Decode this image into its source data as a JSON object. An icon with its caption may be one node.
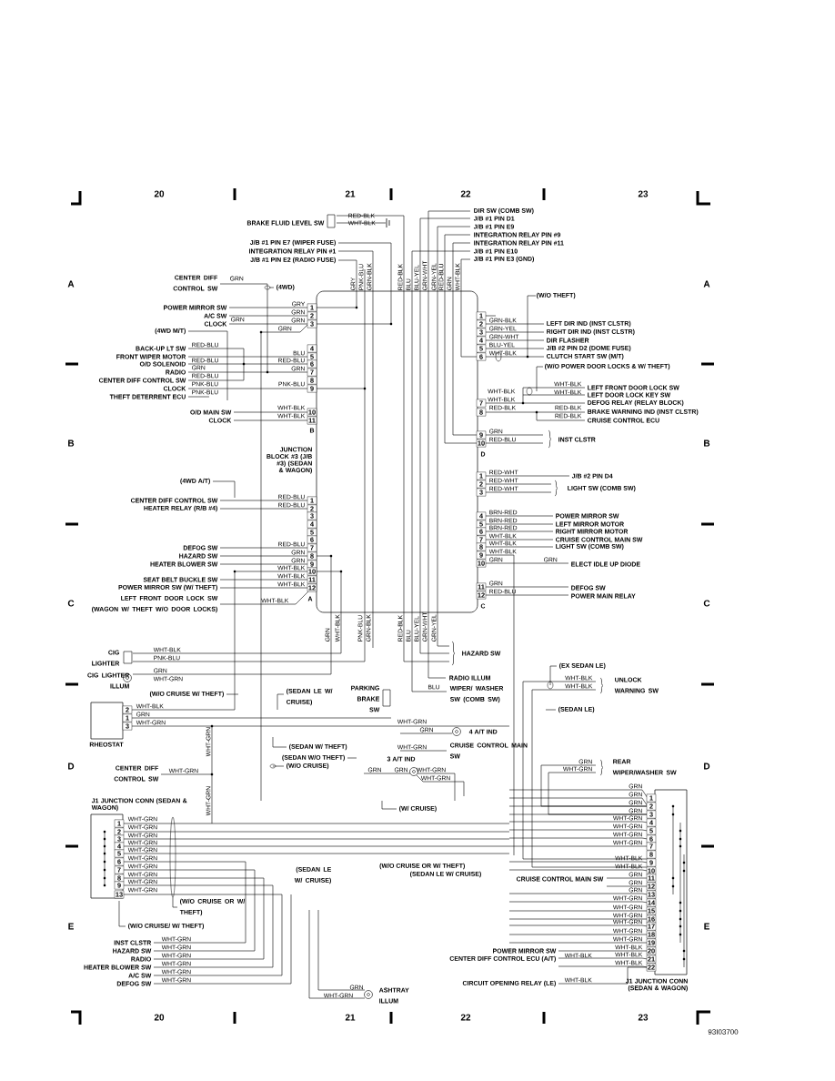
{
  "diagram": {
    "nodes": [
      {
        "text": [
          "JUNCTION BLOCK #3 (J/B #3) (SEDAN & WAGON)"
        ]
      },
      {
        "text": [
          "RHEOSTAT"
        ]
      },
      {
        "text": [
          "J1 JUNCTION CONN (SEDAN & WAGON)"
        ]
      },
      {
        "text": [
          "J1 JUNCTION CONN (SEDAN & WAGON)"
        ]
      }
    ],
    "labels": [
      "20",
      "21",
      "22",
      "23",
      "BRAKE FLUID LEVEL SW",
      "RED-BLK",
      "WHT-BLK",
      "J/B #1 PIN E7 (WIPER FUSE)",
      "INTEGRATION RELAY PIN #1",
      "J/B #1 PIN E2 (RADIO FUSE)",
      "DIR SW (COMB SW)",
      "J/B #1 PIN D1",
      "J/B #1 PIN E9",
      "INTEGRATION RELAY PIN #9",
      "INTEGRATION RELAY PIN #11",
      "J/B #1 PIN E10",
      "J/B #1 PIN E3 (GND)",
      "GRY",
      "PNK-BLU",
      "GRN-BLK",
      "RED-BLK",
      "BLU",
      "BLU-YEL",
      "GRN-WHT",
      "GRN-YEL",
      "RED-BLU",
      "GRN",
      "WHT-BLK",
      "A",
      "CENTER DIFF CONTROL SW",
      "GRN",
      "(4WD)",
      "A",
      "(W/O THEFT)",
      "POWER MIRROR SW",
      "A/C SW",
      "CLOCK",
      "GRN",
      "GRY",
      "GRN",
      "GRN",
      "GRN",
      "1",
      "2",
      "3",
      "4",
      "5",
      "6",
      "7",
      "8",
      "9",
      "10",
      "11",
      "B",
      "1",
      "2",
      "3",
      "4",
      "5",
      "6",
      "GRN-BLK",
      "GRN-YEL",
      "GRN-WHT",
      "BLU-YEL",
      "WHT-BLK",
      "LEFT DIR IND (INST CLSTR)",
      "RIGHT DIR IND (INST CLSTR)",
      "DIR FLASHER",
      "J/B #2 PIN D2 (DOME FUSE)",
      "CLUTCH START SW (M/T)",
      "(4WD M/T)",
      "BACK-UP LT SW",
      "FRONT WIPER MOTOR",
      "O/D SOLENOID",
      "RADIO",
      "CENTER DIFF CONTROL SW",
      "CLOCK",
      "THEFT DETERRENT ECU",
      "RED-BLU",
      "RED-BLU",
      "GRN",
      "RED-BLU",
      "PNK-BLU",
      "PNK-BLU",
      "BLU",
      "RED-BLU",
      "GRN",
      "PNK-BLU",
      "(W/O POWER DOOR LOCKS & W/ THEFT)",
      "WHT-BLK",
      "WHT-BLK",
      "LEFT FRONT DOOR LOCK SW",
      "LEFT DOOR LOCK KEY SW",
      "WHT-BLK",
      "WHT-BLK",
      "7",
      "DEFOG RELAY (RELAY BLOCK)",
      "8",
      "RED-BLK",
      "RED-BLK",
      "BRAKE WARNING IND (INST CLSTR)",
      "RED-BLK",
      "CRUISE CONTROL ECU",
      "O/D MAIN SW",
      "WHT-BLK",
      "CLOCK",
      "WHT-BLK",
      "GRN",
      "9",
      "RED-BLU",
      "10",
      "INST CLSTR",
      "B",
      "B",
      "D",
      "RED-WHT",
      "1",
      "J/B #2 PIN D4",
      "RED-WHT",
      "2",
      "RED-WHT",
      "3",
      "LIGHT SW (COMB SW)",
      "(4WD A/T)",
      "CENTER DIFF CONTROL SW",
      "RED-BLU",
      "HEATER RELAY (R/B #4)",
      "RED-BLU",
      "1",
      "2",
      "3",
      "4",
      "5",
      "6",
      "7",
      "8",
      "9",
      "10",
      "11",
      "12",
      "A",
      "DEFOG SW",
      "RED-BLU",
      "HAZARD SW",
      "GRN",
      "HEATER BLOWER SW",
      "GRN",
      "WHT-BLK",
      "SEAT BELT BUCKLE SW",
      "WHT-BLK",
      "POWER MIRROR SW (W/ THEFT)",
      "WHT-BLK",
      "LEFT FRONT DOOR LOCK SW (WAGON W/ THEFT W/O DOOR LOCKS)",
      "WHT-BLK",
      "BRN-RED",
      "4",
      "POWER MIRROR SW",
      "BRN-RED",
      "5",
      "LEFT MIRROR MOTOR",
      "BRN-RED",
      "6",
      "RIGHT MIRROR MOTOR",
      "WHT-BLK",
      "7",
      "CRUISE CONTROL MAIN SW",
      "WHT-BLK",
      "8",
      "LIGHT SW (COMB SW)",
      "WHT-BLK",
      "9",
      "GRN",
      "GRN",
      "10",
      "ELECT IDLE UP DIODE",
      "GRN",
      "11",
      "DEFOG SW",
      "RED-BLU",
      "12",
      "POWER MAIN RELAY",
      "C",
      "C",
      "C",
      "GRN",
      "WHT-BLK",
      "PNK-BLU",
      "GRN-BLK",
      "RED-BLK",
      "BLU",
      "BLU-YEL",
      "GRN-WHT",
      "GRN-YEL",
      "HAZARD SW",
      "CIG LIGHTER",
      "WHT-BLK",
      "PNK-BLU",
      "RADIO ILLUM",
      "(EX SEDAN LE)",
      "CIG LIGHTER ILLUM",
      "GRN",
      "WHT-GRN",
      "WHT-BLK",
      "UNLOCK WARNING SW",
      "WHT-BLK",
      "(W/O CRUISE W/ THEFT)",
      "(SEDAN LE W/ CRUISE)",
      "PARKING BRAKE SW",
      "BLU",
      "WIPER/ WASHER SW (COMB SW)",
      "2",
      "WHT-BLK",
      "1",
      "GRN",
      "3",
      "WHT-GRN",
      "(SEDAN LE)",
      "WHT-GRN",
      "GRN",
      "4 A/T IND",
      "WHT-GRN",
      "(SEDAN W/ THEFT)",
      "WHT-GRN",
      "CRUISE CONTROL MAIN SW",
      "(SEDAN W/O THEFT)",
      "3 A/T IND",
      "D",
      "(W/O CRUISE)",
      "CENTER DIFF CONTROL SW",
      "WHT-GRN",
      "GRN",
      "GRN",
      "WHT-GRN",
      "WHT-GRN",
      "GRN",
      "WHT-GRN",
      "REAR WIPER/WASHER SW",
      "D",
      "WHT-GRN",
      "(W/ CRUISE)",
      "GRN",
      "GRN",
      "GRN",
      "GRN",
      "WHT-GRN",
      "WHT-GRN",
      "WHT-GRN",
      "WHT-GRN",
      "WHT-BLK",
      "WHT-BLK",
      "GRN",
      "GRN",
      "GRN",
      "WHT-GRN",
      "WHT-GRN",
      "WHT-GRN",
      "WHT-GRN",
      "WHT-GRN",
      "WHT-GRN",
      "WHT-BLK",
      "WHT-BLK",
      "WHT-BLK",
      "1",
      "2",
      "3",
      "4",
      "5",
      "6",
      "7",
      "8",
      "9",
      "10",
      "11",
      "12",
      "13",
      "14",
      "15",
      "16",
      "17",
      "18",
      "19",
      "20",
      "21",
      "22",
      "1",
      "2",
      "3",
      "4",
      "5",
      "6",
      "7",
      "8",
      "9",
      "13",
      "WHT-GRN",
      "WHT-GRN",
      "WHT-GRN",
      "WHT-GRN",
      "WHT-GRN",
      "WHT-GRN",
      "WHT-GRN",
      "WHT-GRN",
      "WHT-GRN",
      "WHT-GRN",
      "(W/O CRUISE OR W/ THEFT)",
      "(SEDAN LE W/ CRUISE)",
      "(SEDAN LE W/ CRUISE)",
      "CRUISE CONTROL MAIN SW",
      "(W/O CRUISE OR W/ THEFT)",
      "E",
      "(W/O CRUISE/ W/ THEFT)",
      "E",
      "INST CLSTR",
      "WHT-GRN",
      "HAZARD SW",
      "WHT-GRN",
      "RADIO",
      "WHT-GRN",
      "HEATER BLOWER SW",
      "WHT-GRN",
      "A/C SW",
      "WHT-GRN",
      "DEFOG SW",
      "WHT-GRN",
      "POWER MIRROR SW",
      "WHT-BLK",
      "CENTER DIFF CONTROL ECU (A/T)",
      "CIRCUIT OPENING RELAY (LE)",
      "WHT-BLK",
      "GRN",
      "WHT-GRN",
      "ASHTRAY ILLUM",
      "20",
      "21",
      "22",
      "23",
      "93I03700"
    ]
  }
}
